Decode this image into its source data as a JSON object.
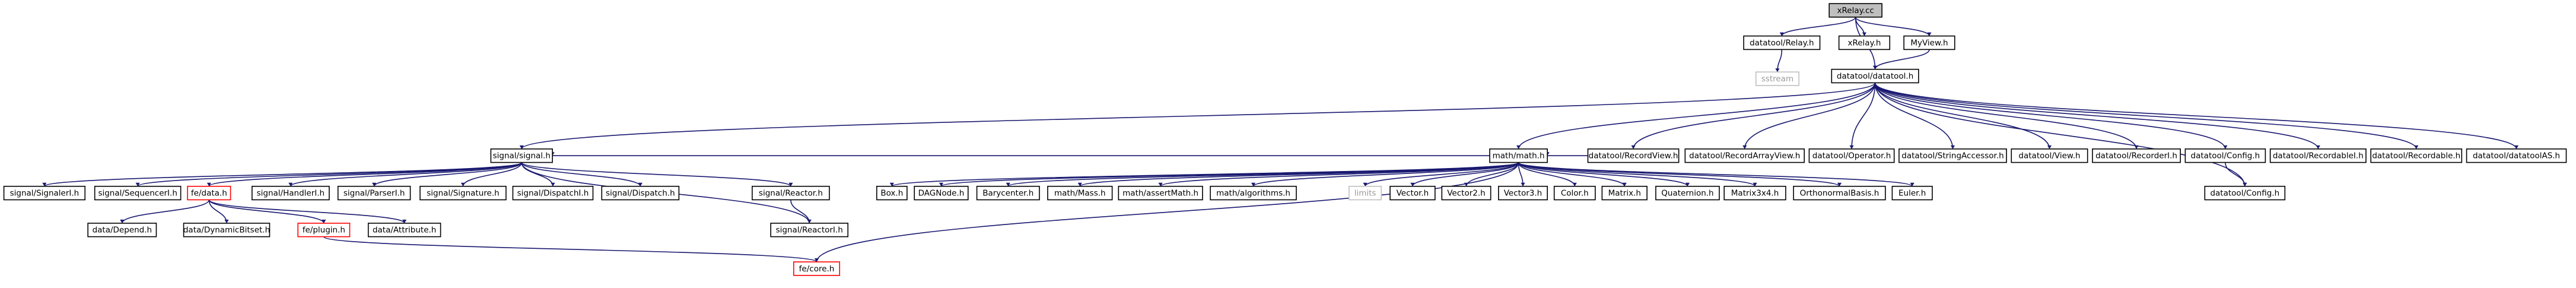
{
  "graph": {
    "nodes": [
      {
        "id": "xrelay_cc",
        "label": "xRelay.cc"
      },
      {
        "id": "datatool_relay",
        "label": "datatool/Relay.h"
      },
      {
        "id": "xrelay_h",
        "label": "xRelay.h"
      },
      {
        "id": "myview",
        "label": "MyView.h"
      },
      {
        "id": "sstream",
        "label": "sstream"
      },
      {
        "id": "datatool_datatool",
        "label": "datatool/datatool.h"
      },
      {
        "id": "signal_signal",
        "label": "signal/signal.h"
      },
      {
        "id": "math_math",
        "label": "math/math.h"
      },
      {
        "id": "dt_recordview",
        "label": "datatool/RecordView.h"
      },
      {
        "id": "dt_recordarrayview",
        "label": "datatool/RecordArrayView.h"
      },
      {
        "id": "dt_operator",
        "label": "datatool/Operator.h"
      },
      {
        "id": "dt_stringaccessor",
        "label": "datatool/StringAccessor.h"
      },
      {
        "id": "dt_view",
        "label": "datatool/View.h"
      },
      {
        "id": "dt_recorderi",
        "label": "datatool/RecorderI.h"
      },
      {
        "id": "dt_config_h",
        "label": "datatool/Config.h"
      },
      {
        "id": "dt_recordablei",
        "label": "datatool/RecordableI.h"
      },
      {
        "id": "dt_recordable",
        "label": "datatool/Recordable.h"
      },
      {
        "id": "dt_datatoolas",
        "label": "datatool/datatoolAS.h"
      },
      {
        "id": "sig_signaleri",
        "label": "signal/SignalerI.h"
      },
      {
        "id": "sig_sequencer",
        "label": "signal/SequencerI.h"
      },
      {
        "id": "fe_data",
        "label": "fe/data.h"
      },
      {
        "id": "sig_handleri",
        "label": "signal/HandlerI.h"
      },
      {
        "id": "sig_parseri",
        "label": "signal/ParserI.h"
      },
      {
        "id": "sig_signature",
        "label": "signal/Signature.h"
      },
      {
        "id": "sig_dispatchi",
        "label": "signal/DispatchI.h"
      },
      {
        "id": "sig_dispatch",
        "label": "signal/Dispatch.h"
      },
      {
        "id": "sig_reactor",
        "label": "signal/Reactor.h"
      },
      {
        "id": "sig_reactori",
        "label": "signal/ReactorI.h"
      },
      {
        "id": "data_depend",
        "label": "data/Depend.h"
      },
      {
        "id": "data_dynbitset",
        "label": "data/DynamicBitset.h"
      },
      {
        "id": "fe_plugin",
        "label": "fe/plugin.h"
      },
      {
        "id": "data_attribute",
        "label": "data/Attribute.h"
      },
      {
        "id": "fe_core",
        "label": "fe/core.h"
      },
      {
        "id": "box",
        "label": "Box.h"
      },
      {
        "id": "dagnode",
        "label": "DAGNode.h"
      },
      {
        "id": "barycenter",
        "label": "Barycenter.h"
      },
      {
        "id": "math_mass",
        "label": "math/Mass.h"
      },
      {
        "id": "math_assert",
        "label": "math/assertMath.h"
      },
      {
        "id": "math_algorithms",
        "label": "math/algorithms.h"
      },
      {
        "id": "limits",
        "label": "limits"
      },
      {
        "id": "vector",
        "label": "Vector.h"
      },
      {
        "id": "vector2",
        "label": "Vector2.h"
      },
      {
        "id": "vector3",
        "label": "Vector3.h"
      },
      {
        "id": "color",
        "label": "Color.h"
      },
      {
        "id": "matrix",
        "label": "Matrix.h"
      },
      {
        "id": "quaternion",
        "label": "Quaternion.h"
      },
      {
        "id": "matrix3x4",
        "label": "Matrix3x4.h"
      },
      {
        "id": "orthonormal",
        "label": "OrthonormalBasis.h"
      },
      {
        "id": "euler",
        "label": "Euler.h"
      },
      {
        "id": "dt_config_lower",
        "label": "datatool/Config.h"
      }
    ]
  }
}
